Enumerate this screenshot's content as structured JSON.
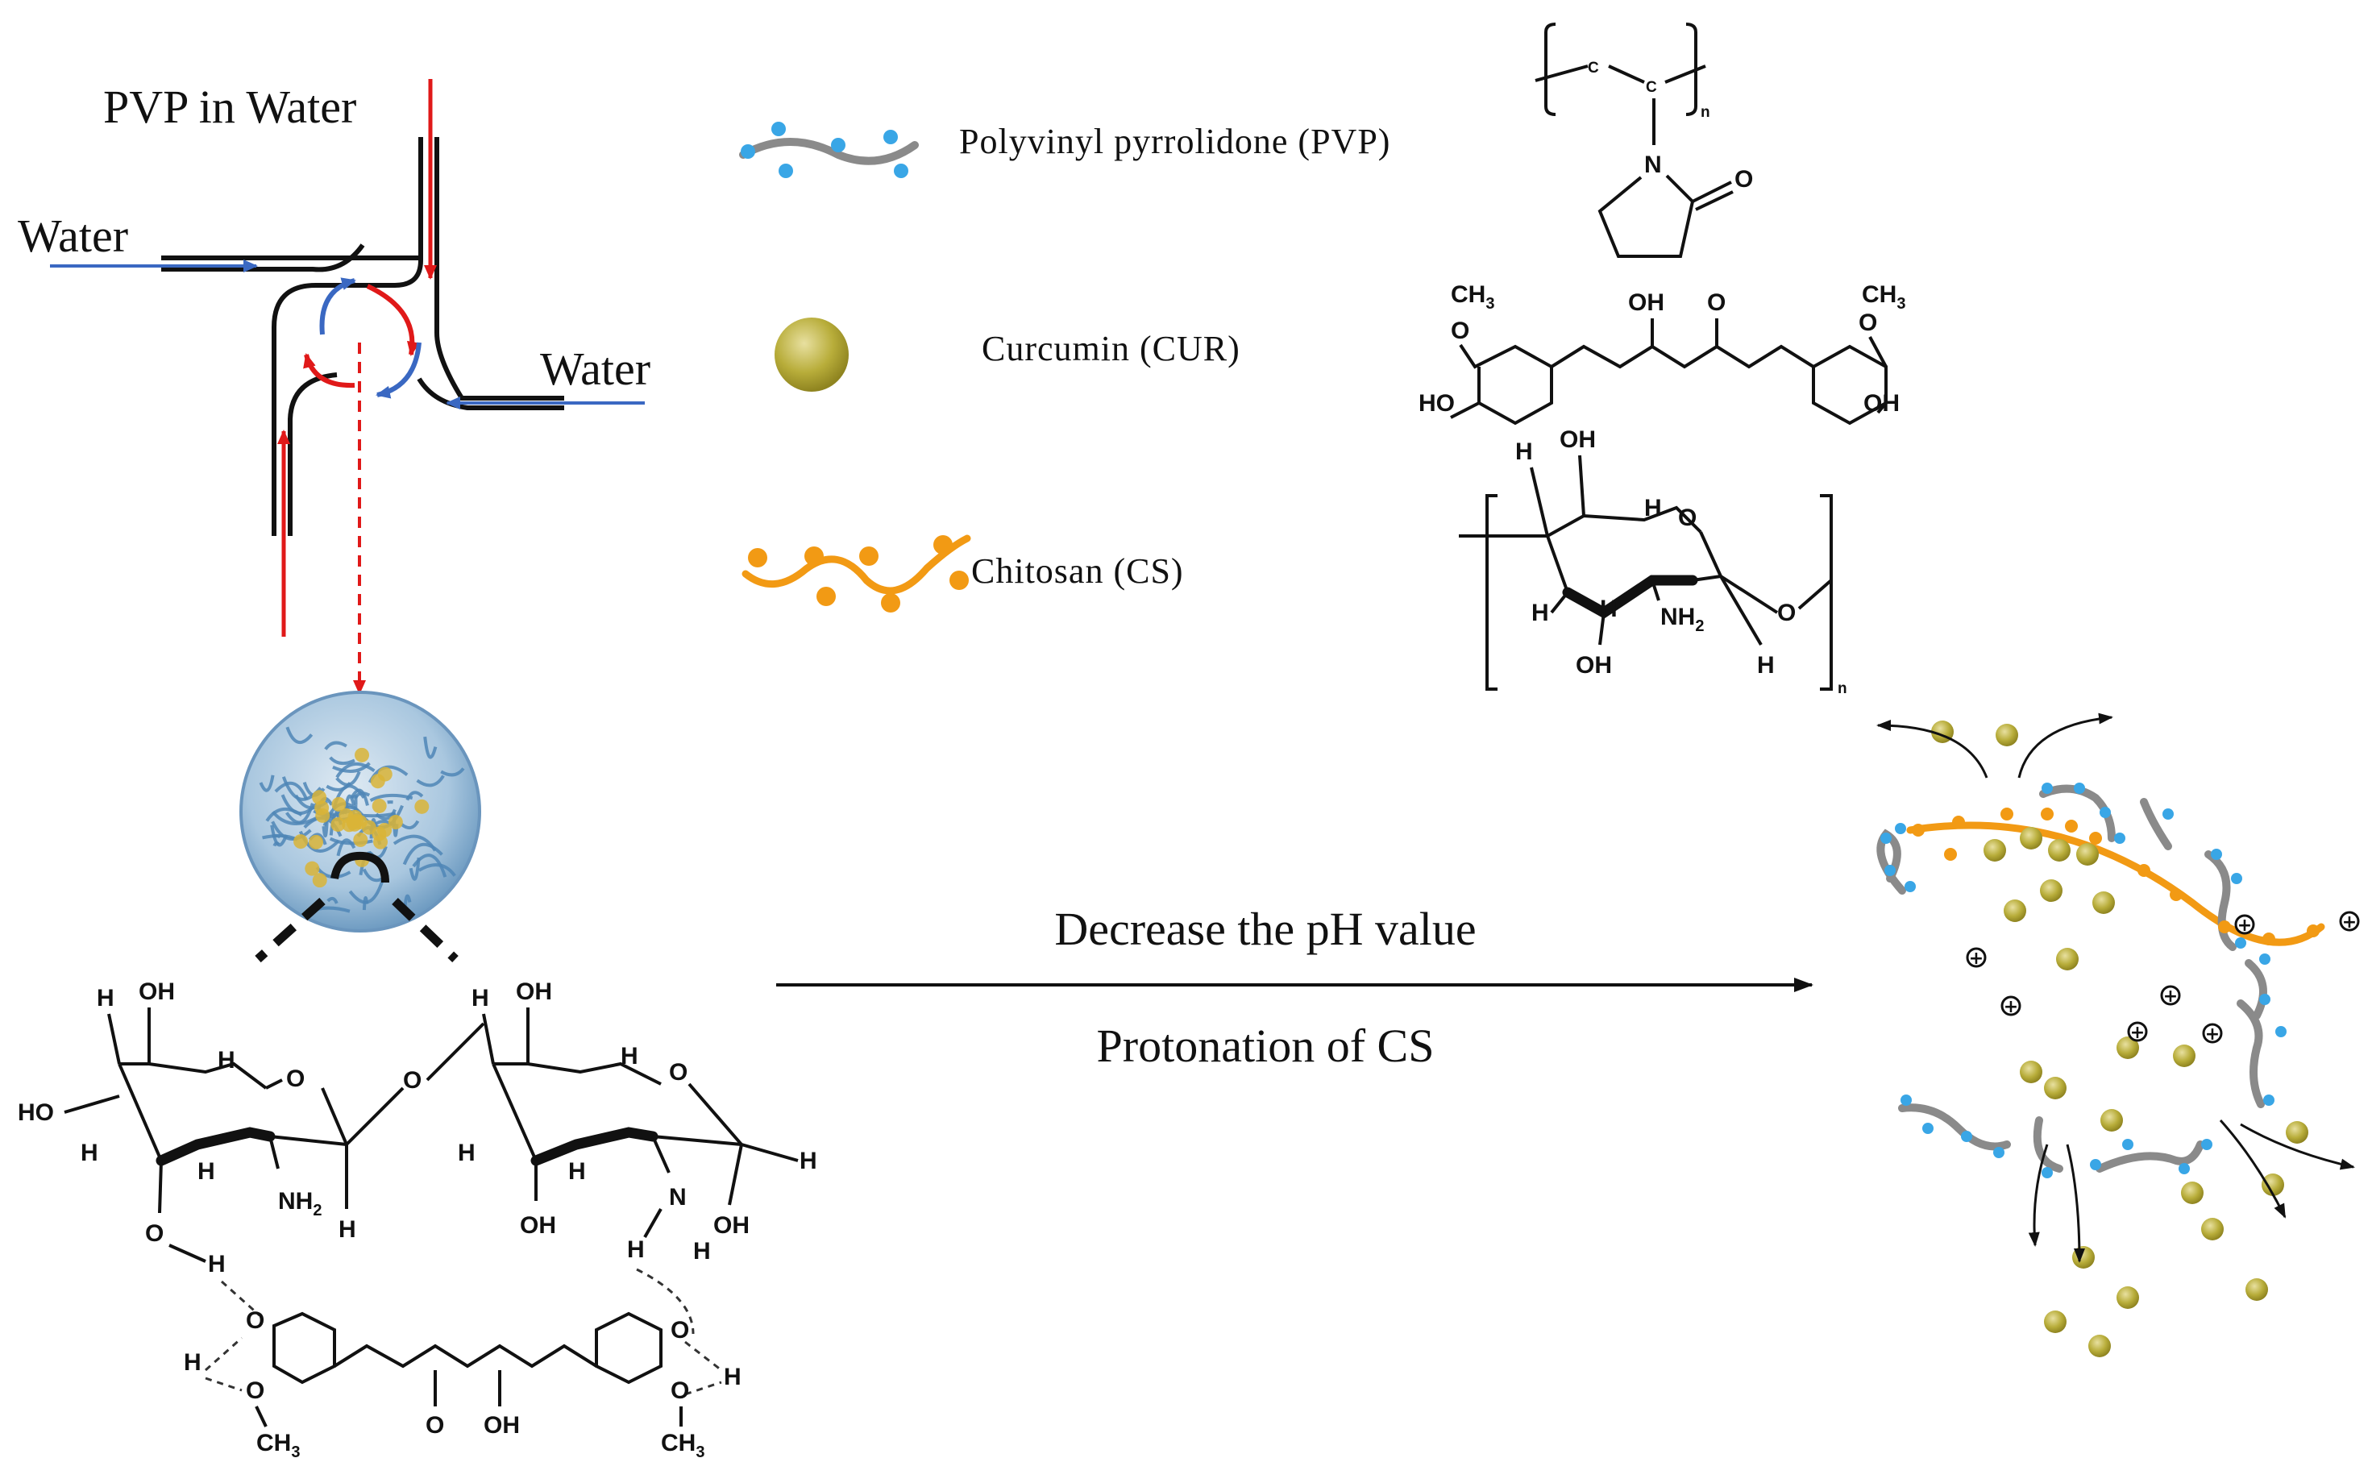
{
  "mixer": {
    "inlet_top_label": "PVP in Water",
    "inlet_left_label": "Water",
    "inlet_right_label": "Water",
    "flow_colors": {
      "water": "#3a68c2",
      "pvp": "#e01919"
    }
  },
  "legend": {
    "pvp": {
      "label": "Polyvinyl  pyrrolidone  (PVP)",
      "color": "#8a8a8a",
      "bead_color": "#39a6e6"
    },
    "cur": {
      "label": "Curcumin  (CUR)",
      "color": "#b8ad3a"
    },
    "cs": {
      "label": "Chitosan  (CS)",
      "color": "#f29a14"
    }
  },
  "pvp_structure": {
    "atom_c": "C",
    "atom_n": "N",
    "atom_o": "O",
    "repeat": "n"
  },
  "cur_structure": {
    "ch3": "CH",
    "ch3_sub": "3",
    "oh": "OH",
    "o": "O",
    "ho": "HO"
  },
  "cs_structure": {
    "h": "H",
    "oh": "OH",
    "o": "O",
    "nh": "NH",
    "nh_sub": "2",
    "repeat": "n"
  },
  "complex_structure": {
    "h": "H",
    "oh": "OH",
    "ho": "HO",
    "o": "O",
    "n": "N",
    "nh": "NH",
    "nh_sub": "2",
    "ch3": "CH",
    "ch3_sub": "3"
  },
  "process": {
    "label_top": "Decrease the pH value",
    "label_bottom": "Protonation of CS"
  },
  "release": {
    "charge_symbol": "+"
  }
}
